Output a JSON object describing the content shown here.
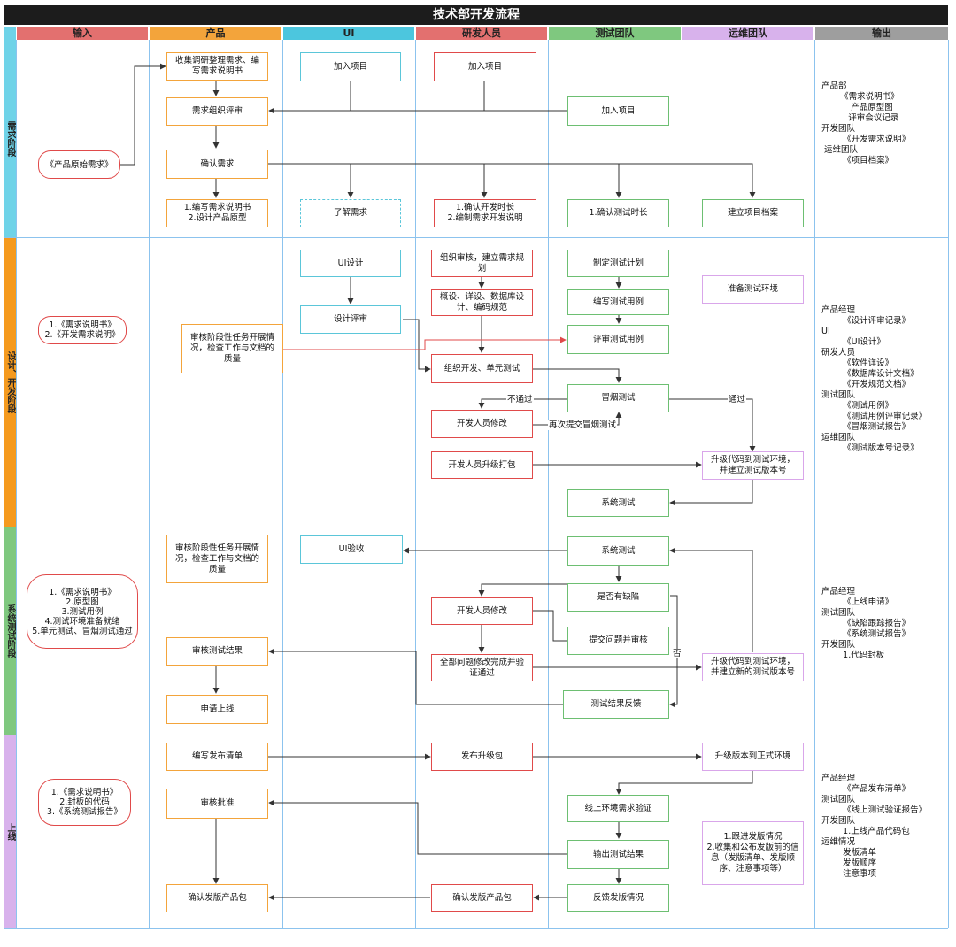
{
  "title": "技术部开发流程",
  "columns": [
    {
      "label": "输入",
      "color": "#e3706f"
    },
    {
      "label": "产品",
      "color": "#f3a43b"
    },
    {
      "label": "UI",
      "color": "#4cc6de"
    },
    {
      "label": "研发人员",
      "color": "#e3706f"
    },
    {
      "label": "测试团队",
      "color": "#7fc87f"
    },
    {
      "label": "运维团队",
      "color": "#d8b2ec"
    },
    {
      "label": "输出",
      "color": "#9e9e9e"
    }
  ],
  "stages": [
    {
      "label": "需求阶段",
      "color": "#6fd3e8"
    },
    {
      "label": "设计、开发阶段",
      "color": "#f59a1e"
    },
    {
      "label": "系统测试阶段",
      "color": "#7fc87f"
    },
    {
      "label": "上线",
      "color": "#d8b2ec"
    }
  ],
  "req": {
    "input": "《产品原始需求》",
    "p1": "收集调研整理需求、编\n写需求说明书",
    "p2": "需求组织评审",
    "p3": "确认需求",
    "p4": "1.编写需求说明书\n2.设计产品原型",
    "ui1": "加入项目",
    "ui2": "了解需求",
    "d1": "加入项目",
    "d2": "1.确认开发时长\n2.编制需求开发说明",
    "t1": "加入项目",
    "t2": "1.确认测试时长",
    "o1": "建立项目档案",
    "output": "产品部\n       《需求说明书》\n           产品原型图\n          评审会议记录\n开发团队\n        《开发需求说明》\n 运维团队\n        《项目档案》"
  },
  "dev": {
    "input": "1.《需求说明书》\n2.《开发需求说明》",
    "p1": "审核阶段性任务开展情\n况，检查工作与文档的\n质量",
    "ui1": "UI设计",
    "ui2": "设计评审",
    "d1": "组织审核，建立需求规\n划",
    "d2": "概设、详设、数据库设\n计、编码规范",
    "d3": "组织开发、单元测试",
    "d4": "开发人员修改",
    "d5": "开发人员升级打包",
    "t1": "制定测试计划",
    "t2": "编写测试用例",
    "t3": "评审测试用例",
    "t4": "冒烟测试",
    "t5": "系统测试",
    "o1": "准备测试环境",
    "o2": "升级代码到测试环境，\n并建立测试版本号",
    "fail": "不通过",
    "pass": "通过",
    "resubmit": "再次提交冒烟测试",
    "output": "产品经理\n        《设计评审记录》\nUI\n        《UI设计》\n研发人员\n        《软件详设》\n        《数据库设计文档》\n        《开发规范文档》\n测试团队\n        《测试用例》\n        《测试用例评审记录》\n        《冒烟测试报告》\n运维团队\n        《测试版本号记录》"
  },
  "sys": {
    "input": "1.《需求说明书》\n2.原型图\n3.测试用例\n4.测试环境准备就绪\n5.单元测试、冒烟测试通过",
    "p1": "审核阶段性任务开展情\n况，检查工作与文档的\n质量",
    "p2": "审核测试结果",
    "p3": "申请上线",
    "ui1": "UI验收",
    "d1": "开发人员修改",
    "d2": "全部问题修改完成并验\n证通过",
    "t1": "系统测试",
    "t2": "是否有缺陷",
    "t3": "提交问题并审核",
    "t4": "测试结果反馈",
    "o1": "升级代码到测试环境，\n并建立新的测试版本号",
    "no": "否",
    "output": "产品经理\n        《上线申请》\n测试团队\n        《缺陷跟踪报告》\n        《系统测试报告》\n开发团队\n        1.代码封板"
  },
  "rel": {
    "input": "1.《需求说明书》\n2.封板的代码\n3.《系统测试报告》",
    "p1": "编写发布清单",
    "p2": "审核批准",
    "p3": "确认发版产品包",
    "d1": "发布升级包",
    "d2": "确认发版产品包",
    "t1": "线上环境需求验证",
    "t2": "输出测试结果",
    "t3": "反馈发版情况",
    "o1": "升级版本到正式环境",
    "o2": "1.跟进发版情况\n2.收集和公布发版前的信\n息（发版清单、发版顺\n序、注意事项等）",
    "output": "产品经理\n        《产品发布清单》\n测试团队\n        《线上测试验证报告》\n开发团队\n        1.上线产品代码包\n运维情况\n        发版清单\n        发版顺序\n        注意事项"
  }
}
